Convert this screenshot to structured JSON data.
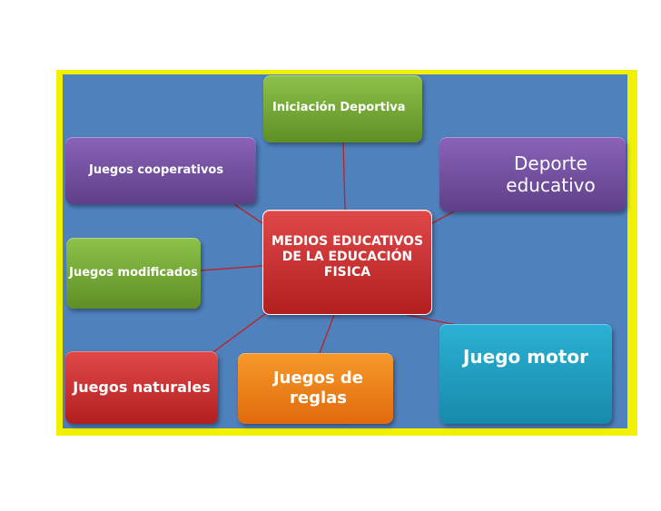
{
  "diagram": {
    "center": {
      "label": "MEDIOS EDUCATIVOS DE LA EDUCACIÓN FISICA"
    },
    "nodes": {
      "iniciacion": {
        "label": "Iniciación Deportiva"
      },
      "cooperativos": {
        "label": "Juegos cooperativos"
      },
      "deporte": {
        "label": "Deporte educativo"
      },
      "modificados": {
        "label": "Juegos modificados"
      },
      "naturales": {
        "label": "Juegos naturales"
      },
      "reglas": {
        "label": "Juegos de reglas"
      },
      "motor": {
        "label": "Juego motor"
      }
    }
  },
  "colors": {
    "panel": "#4f81bd",
    "frame": "#f0f000",
    "center": "#c0302f",
    "green": "#77aa3a",
    "purple": "#6f4f9e",
    "orange": "#f07f14",
    "cyan": "#1f9dc0",
    "connector": "#b7272b"
  }
}
